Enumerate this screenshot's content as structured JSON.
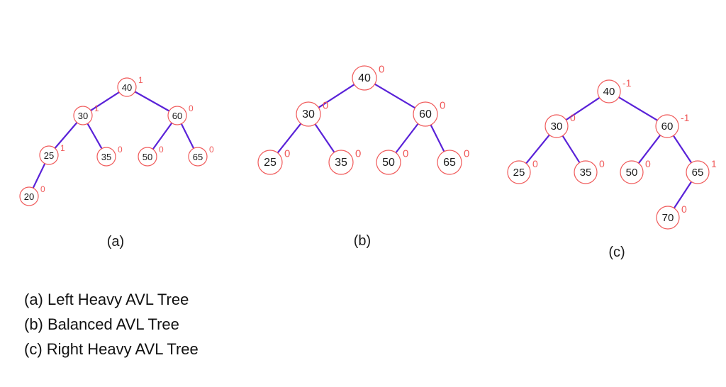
{
  "colors": {
    "edge": "#5a22d8",
    "node_outline": "#f05a5a",
    "balance_factor": "#f05a5a",
    "text": "#1a1a1a"
  },
  "trees": [
    {
      "id": "a",
      "caption": "(a)",
      "nodes": [
        {
          "id": "a40",
          "key": "40",
          "bf": "1"
        },
        {
          "id": "a30",
          "key": "30",
          "bf": "1"
        },
        {
          "id": "a60",
          "key": "60",
          "bf": "0"
        },
        {
          "id": "a25",
          "key": "25",
          "bf": "1"
        },
        {
          "id": "a35",
          "key": "35",
          "bf": "0"
        },
        {
          "id": "a50",
          "key": "50",
          "bf": "0"
        },
        {
          "id": "a65",
          "key": "65",
          "bf": "0"
        },
        {
          "id": "a20",
          "key": "20",
          "bf": "0"
        }
      ],
      "edges": [
        [
          "a40",
          "a30"
        ],
        [
          "a40",
          "a60"
        ],
        [
          "a30",
          "a25"
        ],
        [
          "a30",
          "a35"
        ],
        [
          "a60",
          "a50"
        ],
        [
          "a60",
          "a65"
        ],
        [
          "a25",
          "a20"
        ]
      ]
    },
    {
      "id": "b",
      "caption": "(b)",
      "nodes": [
        {
          "id": "b40",
          "key": "40",
          "bf": "0"
        },
        {
          "id": "b30",
          "key": "30",
          "bf": "0"
        },
        {
          "id": "b60",
          "key": "60",
          "bf": "0"
        },
        {
          "id": "b25",
          "key": "25",
          "bf": "0"
        },
        {
          "id": "b35",
          "key": "35",
          "bf": "0"
        },
        {
          "id": "b50",
          "key": "50",
          "bf": "0"
        },
        {
          "id": "b65",
          "key": "65",
          "bf": "0"
        }
      ],
      "edges": [
        [
          "b40",
          "b30"
        ],
        [
          "b40",
          "b60"
        ],
        [
          "b30",
          "b25"
        ],
        [
          "b30",
          "b35"
        ],
        [
          "b60",
          "b50"
        ],
        [
          "b60",
          "b65"
        ]
      ]
    },
    {
      "id": "c",
      "caption": "(c)",
      "nodes": [
        {
          "id": "c40",
          "key": "40",
          "bf": "-1"
        },
        {
          "id": "c30",
          "key": "30",
          "bf": "0"
        },
        {
          "id": "c60",
          "key": "60",
          "bf": "-1"
        },
        {
          "id": "c25",
          "key": "25",
          "bf": "0"
        },
        {
          "id": "c35",
          "key": "35",
          "bf": "0"
        },
        {
          "id": "c50",
          "key": "50",
          "bf": "0"
        },
        {
          "id": "c65",
          "key": "65",
          "bf": "1"
        },
        {
          "id": "c70",
          "key": "70",
          "bf": "0"
        }
      ],
      "edges": [
        [
          "c40",
          "c30"
        ],
        [
          "c40",
          "c60"
        ],
        [
          "c30",
          "c25"
        ],
        [
          "c30",
          "c35"
        ],
        [
          "c60",
          "c50"
        ],
        [
          "c60",
          "c65"
        ],
        [
          "c65",
          "c70"
        ]
      ]
    }
  ],
  "legend": [
    "(a) Left Heavy AVL Tree",
    "(b) Balanced AVL Tree",
    "(c) Right Heavy AVL Tree"
  ]
}
